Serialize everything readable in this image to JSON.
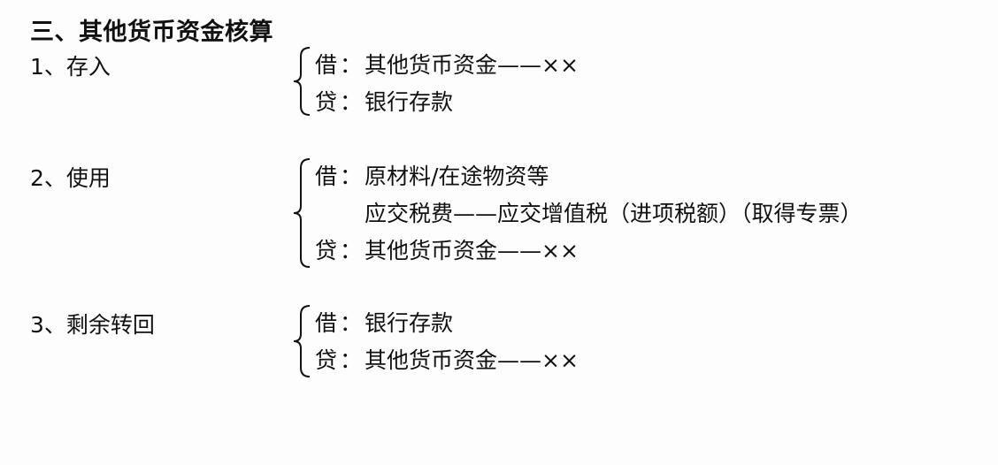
{
  "title": "三、其他货币资金核算",
  "items": [
    {
      "label": "1、存入",
      "entries": [
        {
          "side": "借",
          "colon": "：",
          "text": "其他货币资金——××"
        },
        {
          "side": "贷",
          "colon": "：",
          "text": "银行存款"
        }
      ]
    },
    {
      "label": "2、使用",
      "entries": [
        {
          "side": "借",
          "colon": "：",
          "text": "原材料/在途物资等"
        },
        {
          "side": "",
          "colon": "",
          "text": "应交税费——应交增值税（进项税额）（取得专票）"
        },
        {
          "side": "贷",
          "colon": "：",
          "text": "其他货币资金——××"
        }
      ]
    },
    {
      "label": "3、剩余转回",
      "entries": [
        {
          "side": "借",
          "colon": "：",
          "text": "银行存款"
        },
        {
          "side": "贷",
          "colon": "：",
          "text": "其他货币资金——××"
        }
      ]
    }
  ]
}
